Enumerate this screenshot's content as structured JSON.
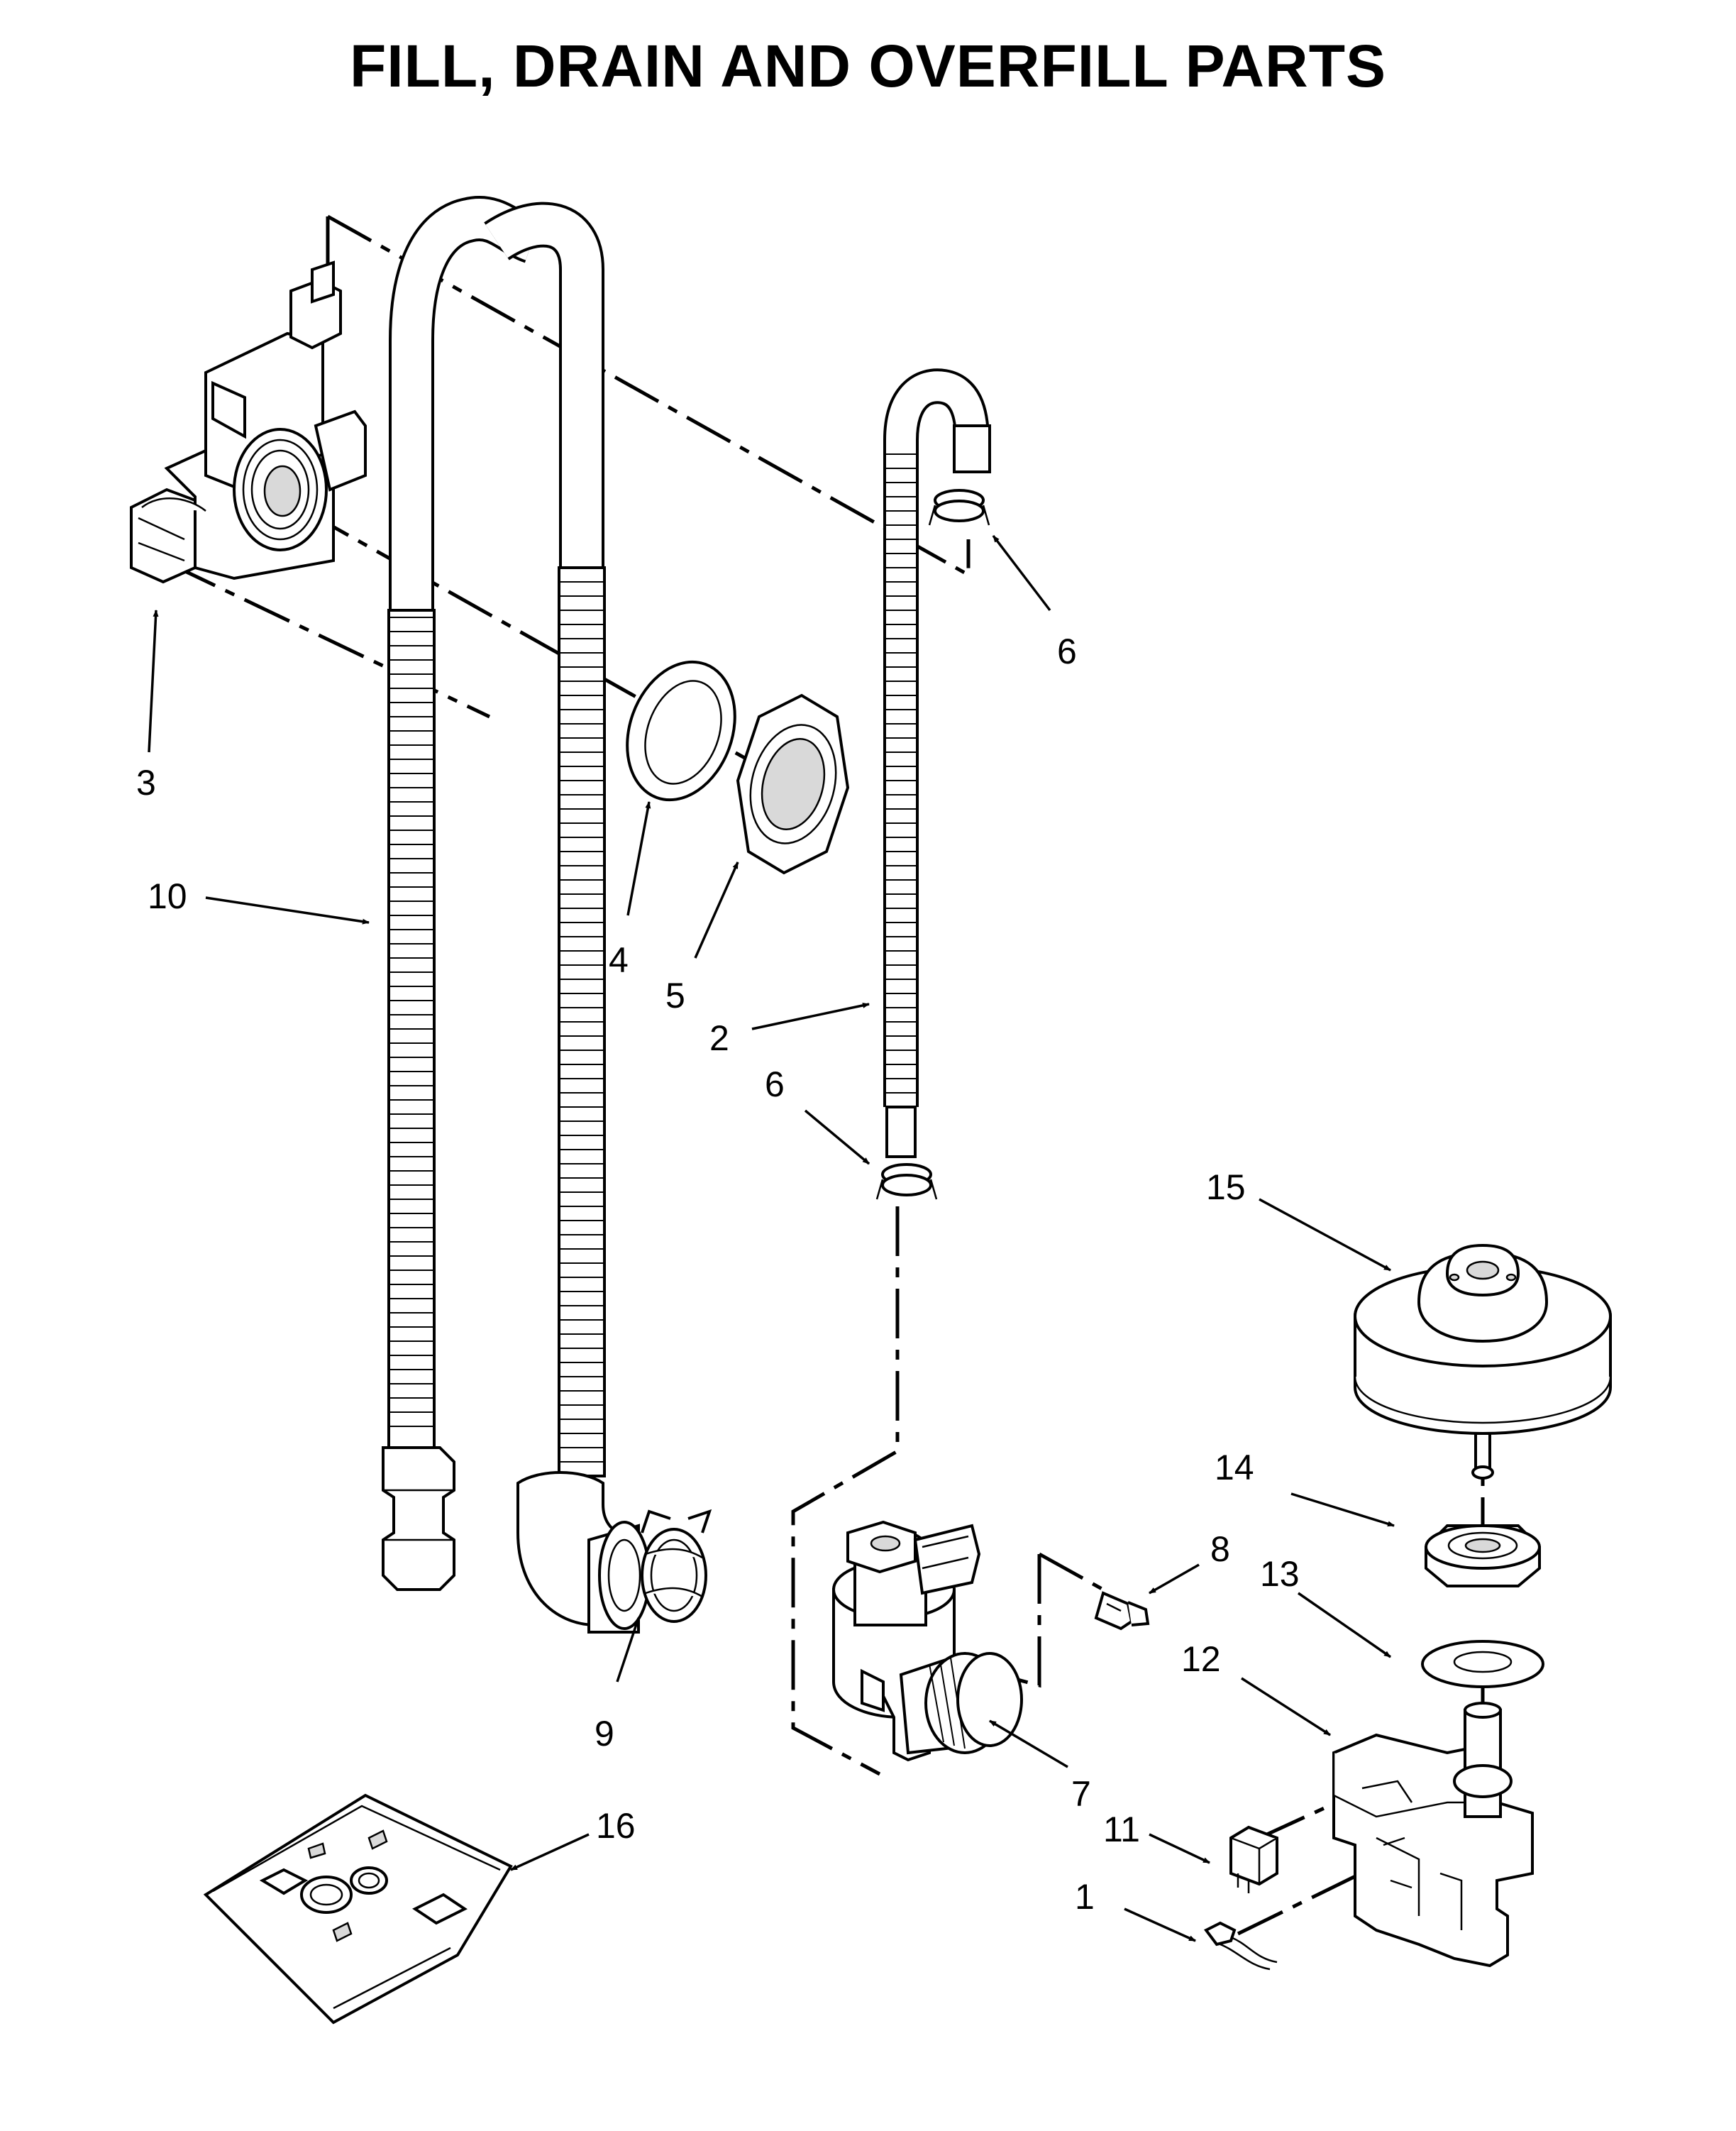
{
  "title": "FILL, DRAIN AND OVERFILL PARTS",
  "callouts": [
    {
      "id": "1",
      "label": "1"
    },
    {
      "id": "2",
      "label": "2"
    },
    {
      "id": "3",
      "label": "3"
    },
    {
      "id": "4",
      "label": "4"
    },
    {
      "id": "5",
      "label": "5"
    },
    {
      "id": "6a",
      "label": "6"
    },
    {
      "id": "6b",
      "label": "6"
    },
    {
      "id": "7",
      "label": "7"
    },
    {
      "id": "8",
      "label": "8"
    },
    {
      "id": "9",
      "label": "9"
    },
    {
      "id": "10",
      "label": "10"
    },
    {
      "id": "11",
      "label": "11"
    },
    {
      "id": "12",
      "label": "12"
    },
    {
      "id": "13",
      "label": "13"
    },
    {
      "id": "14",
      "label": "14"
    },
    {
      "id": "15",
      "label": "15"
    },
    {
      "id": "16",
      "label": "16"
    }
  ]
}
